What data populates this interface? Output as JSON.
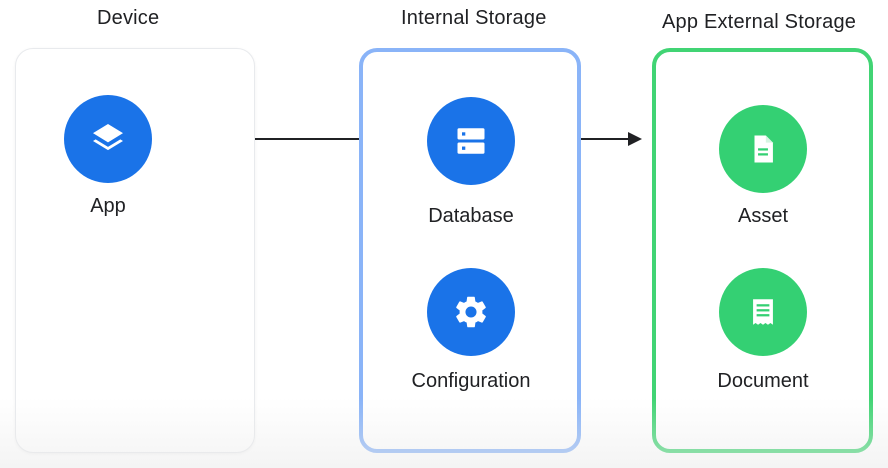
{
  "columns": {
    "device": {
      "title": "Device"
    },
    "internal": {
      "title": "Internal Storage"
    },
    "external": {
      "title": "App External Storage"
    }
  },
  "nodes": {
    "app": {
      "label": "App",
      "icon": "layers-icon"
    },
    "database": {
      "label": "Database",
      "icon": "database-icon"
    },
    "configuration": {
      "label": "Configuration",
      "icon": "gear-icon"
    },
    "asset": {
      "label": "Asset",
      "icon": "file-icon"
    },
    "document": {
      "label": "Document",
      "icon": "receipt-icon"
    }
  },
  "colors": {
    "blue_circle": "#1a73e8",
    "green_circle": "#34d073",
    "internal_border": "#8ab4f8",
    "external_border": "#41d474"
  }
}
